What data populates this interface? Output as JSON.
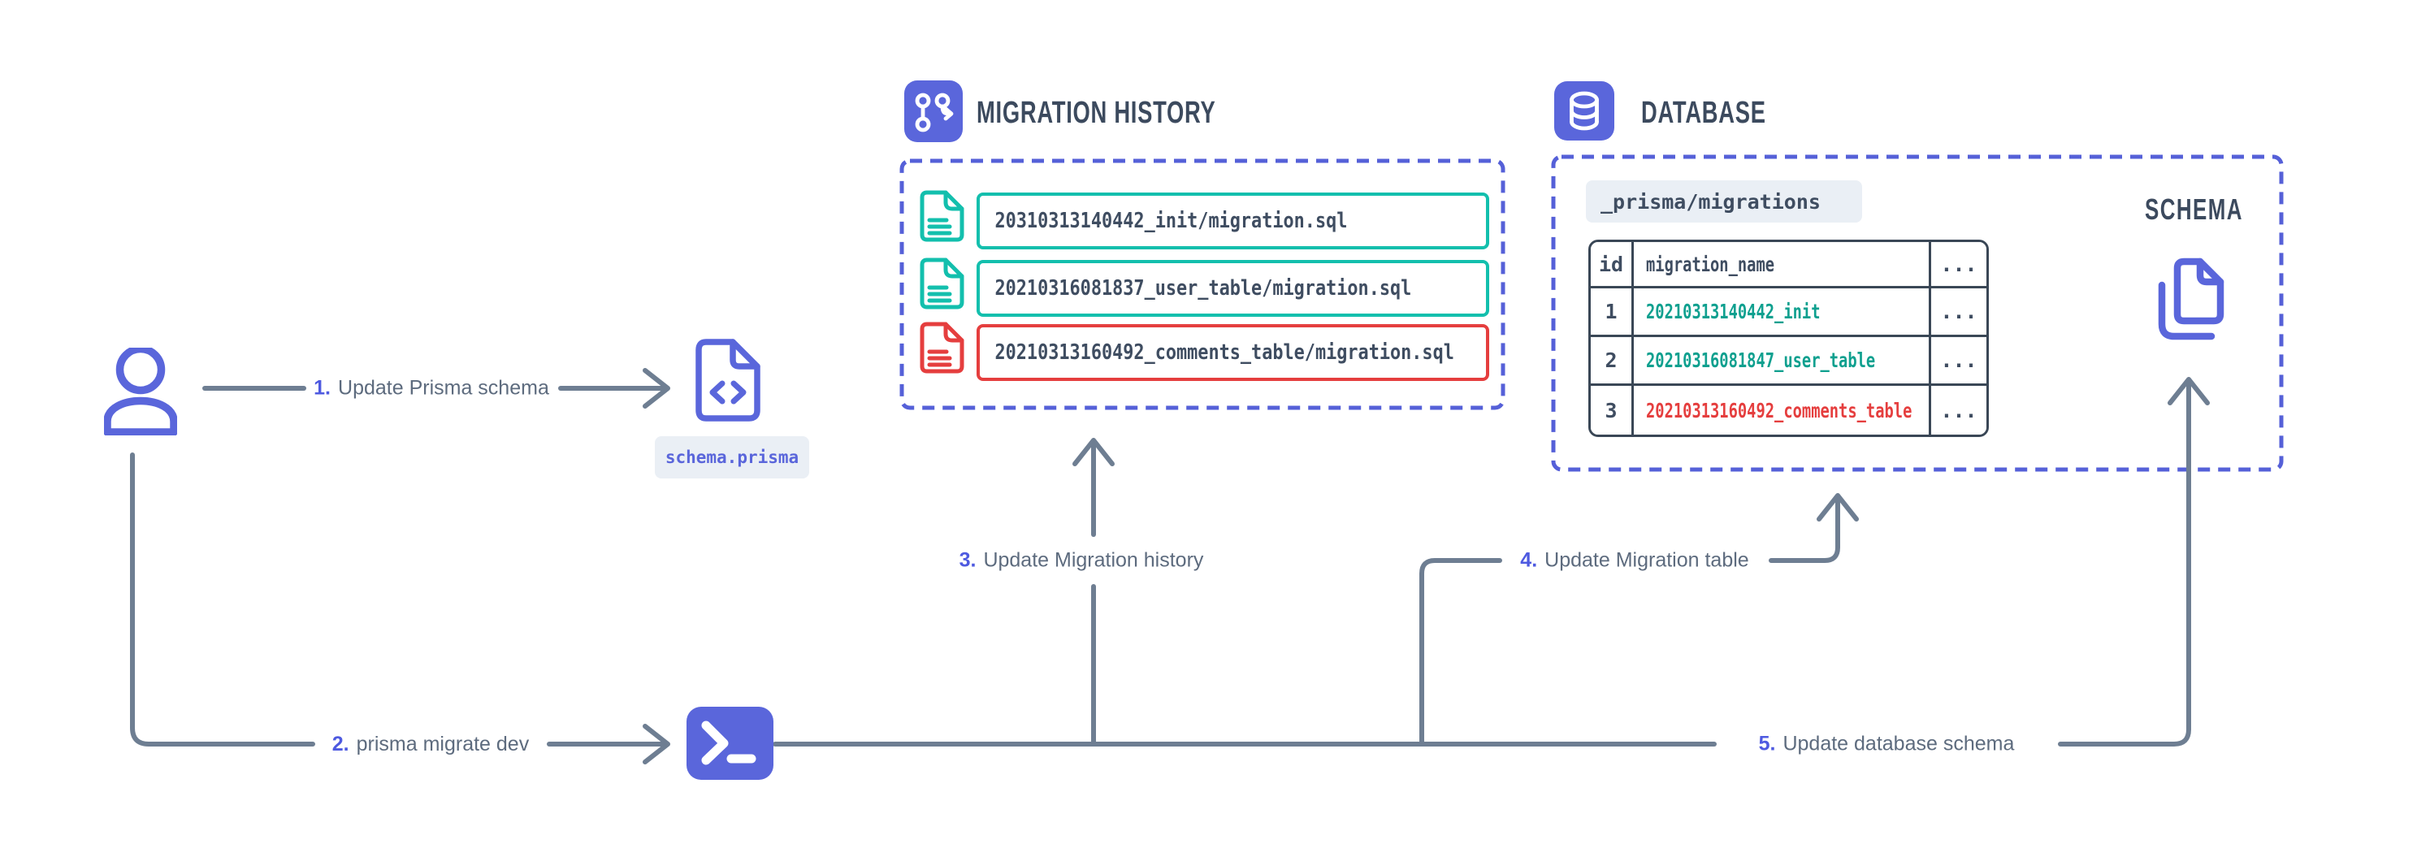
{
  "colors": {
    "indigo": "#5A66DB",
    "accent_number": "#4E5AE0",
    "dashed": "#5560D8",
    "teal": "#13BFAD",
    "teal_text": "#0FA08F",
    "red": "#E53E3E",
    "title": "#3C4A5E",
    "code": "#3F4D61",
    "label": "#5D6B7E",
    "line": "#6E7E92",
    "badge_bg": "#EAEFF5",
    "table_border": "#3A4756",
    "bg": "#FFFFFF"
  },
  "steps": [
    {
      "num": "1.",
      "label": "Update Prisma schema"
    },
    {
      "num": "2.",
      "label": "prisma migrate dev"
    },
    {
      "num": "3.",
      "label": "Update Migration history"
    },
    {
      "num": "4.",
      "label": "Update Migration table"
    },
    {
      "num": "5.",
      "label": "Update database schema"
    }
  ],
  "schema_file": {
    "icon": "code-file-icon",
    "label": "schema.prisma"
  },
  "migration_history": {
    "icon": "git-branch-icon",
    "title": "MIGRATION HISTORY",
    "files": [
      {
        "icon": "sql-file-icon",
        "name": "20310313140442_init/migration.sql",
        "accent": "#13BFAD"
      },
      {
        "icon": "sql-file-icon",
        "name": "20210316081837_user_table/migration.sql",
        "accent": "#13BFAD"
      },
      {
        "icon": "sql-file-icon",
        "name": "20210313160492_comments_table/migration.sql",
        "accent": "#E53E3E"
      }
    ]
  },
  "database": {
    "icon": "database-icon",
    "title": "DATABASE",
    "badge": "_prisma/migrations",
    "schema_label": "SCHEMA",
    "schema_icon": "copy-pages-icon",
    "table": {
      "headers": [
        "id",
        "migration_name",
        "..."
      ],
      "rows": [
        {
          "id": "1",
          "name": "20210313140442_init",
          "more": "...",
          "color": "#0FA08F"
        },
        {
          "id": "2",
          "name": "20210316081847_user_table",
          "more": "...",
          "color": "#0FA08F"
        },
        {
          "id": "3",
          "name": "20210313160492_comments_table",
          "more": "...",
          "color": "#E53E3E"
        }
      ]
    }
  }
}
